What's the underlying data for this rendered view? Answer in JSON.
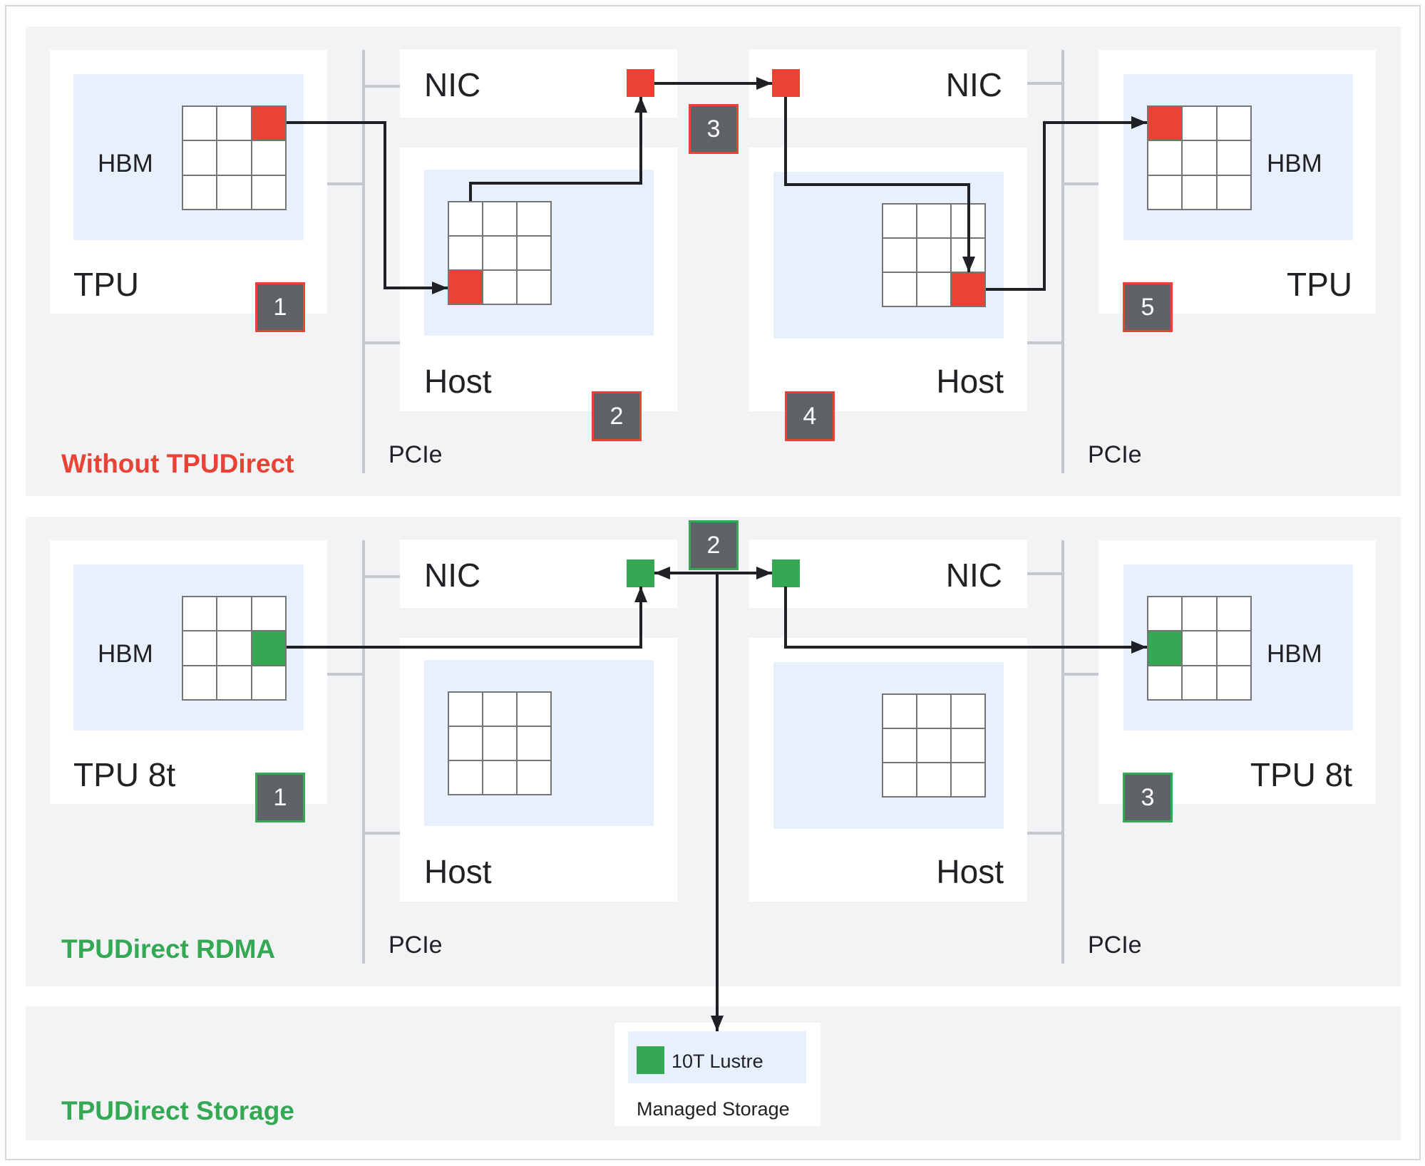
{
  "colors": {
    "panel": "#f1f3f4",
    "box": "#ffffff",
    "memory": "#e8f0fe",
    "red": "#ea4335",
    "green": "#34a853",
    "badge": "#5f6368",
    "bus": "#c4c7cb"
  },
  "sections": {
    "without": {
      "label": "Without TPUDirect",
      "left_tpu": {
        "title": "TPU",
        "memory_label": "HBM",
        "badge": "1"
      },
      "left_host": {
        "title": "Host",
        "badge": "2"
      },
      "left_nic": {
        "title": "NIC"
      },
      "network_badge": "3",
      "right_nic": {
        "title": "NIC"
      },
      "right_host": {
        "title": "Host",
        "badge": "4"
      },
      "right_tpu": {
        "title": "TPU",
        "memory_label": "HBM",
        "badge": "5"
      },
      "bus_left": "PCIe",
      "bus_right": "PCIe"
    },
    "rdma": {
      "label": "TPUDirect RDMA",
      "left_tpu": {
        "title": "TPU 8t",
        "memory_label": "HBM",
        "badge": "1"
      },
      "left_host": {
        "title": "Host"
      },
      "left_nic": {
        "title": "NIC"
      },
      "network_badge": "2",
      "right_nic": {
        "title": "NIC"
      },
      "right_host": {
        "title": "Host"
      },
      "right_tpu": {
        "title": "TPU 8t",
        "memory_label": "HBM",
        "badge": "3"
      },
      "bus_left": "PCIe",
      "bus_right": "PCIe"
    },
    "storage": {
      "label": "TPUDirect Storage",
      "item": "10T Lustre",
      "caption": "Managed Storage"
    }
  }
}
